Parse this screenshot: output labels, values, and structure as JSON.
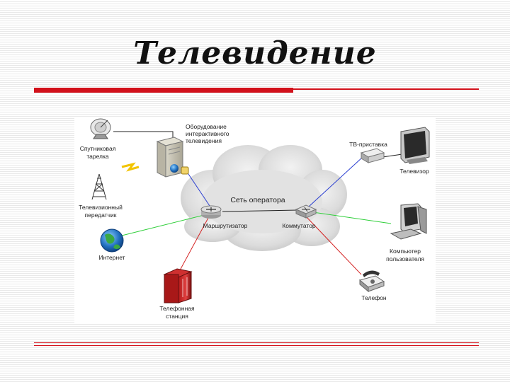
{
  "slide": {
    "title": "Телевидение"
  },
  "diagram": {
    "cloud_label": "Сеть оператора",
    "nodes": {
      "satellite": [
        "Спутниковая",
        "тарелка"
      ],
      "equipment": [
        "Оборудование",
        "интерактивного",
        "телевидения"
      ],
      "tower": [
        "Телевизионный",
        "передатчик"
      ],
      "internet": [
        "Интернет"
      ],
      "phone_station": [
        "Телефонная",
        "станция"
      ],
      "router": [
        "Маршрутизатор"
      ],
      "switch": [
        "Коммутатор"
      ],
      "settop": [
        "ТВ-приставка"
      ],
      "tv": [
        "Телевизор"
      ],
      "computer": [
        "Компьютер",
        "пользователя"
      ],
      "phone": [
        "Телефон"
      ]
    },
    "link_colors": {
      "tv": "#2b3fd1",
      "internet": "#2fcf3a",
      "phone": "#d42222",
      "control": "#222222"
    }
  }
}
